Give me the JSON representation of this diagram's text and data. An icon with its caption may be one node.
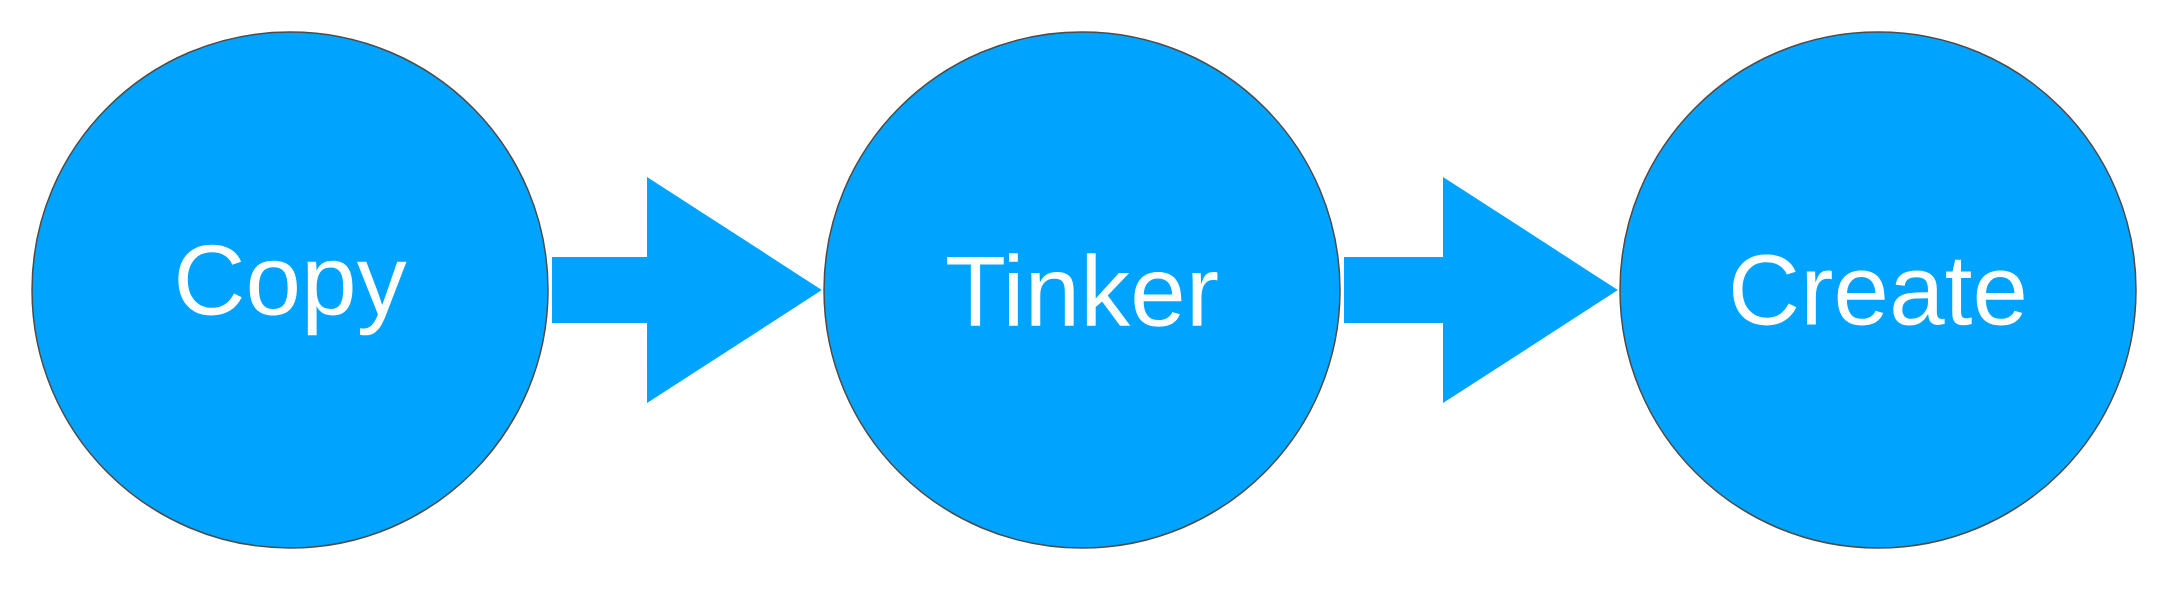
{
  "diagram": {
    "nodes": [
      {
        "text": [
          "Copy"
        ]
      },
      {
        "text": [
          "Tinker"
        ]
      },
      {
        "text": [
          "Create"
        ]
      }
    ],
    "edges": [
      {
        "from": 0,
        "to": 1,
        "arrow": "to"
      },
      {
        "from": 1,
        "to": 2,
        "arrow": "to"
      }
    ]
  }
}
